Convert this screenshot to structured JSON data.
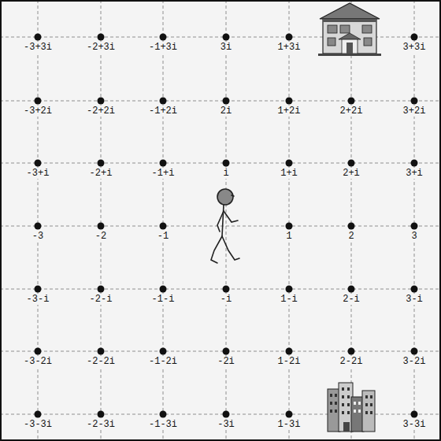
{
  "diagram": {
    "labels": [
      "-3+3i",
      "-2+3i",
      "-1+3i",
      "3i",
      "1+3i",
      "3+3i",
      "-3+2i",
      "-2+2i",
      "-1+2i",
      "2i",
      "1+2i",
      "2+2i",
      "3+2i",
      "-3+i",
      "-2+i",
      "-1+i",
      "i",
      "1+i",
      "2+i",
      "3+i",
      "-3",
      "-2",
      "-1",
      "1",
      "2",
      "3",
      "-3-i",
      "-2-i",
      "-1-i",
      "-i",
      "1-i",
      "2-i",
      "3-i",
      "-3-2i",
      "-2-2i",
      "-1-2i",
      "-2i",
      "1-2i",
      "2-2i",
      "3-2i",
      "-3-3i",
      "-2-3i",
      "-1-3i",
      "-3i",
      "1-3i",
      "3-3i"
    ]
  }
}
